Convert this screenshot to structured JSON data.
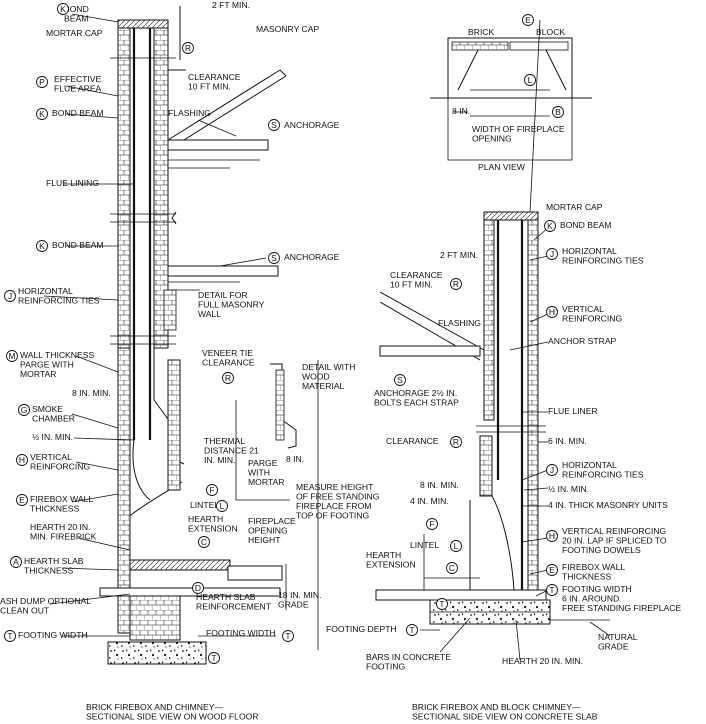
{
  "top_left": {
    "bond_beam": "BOND\nBEAM",
    "mortar_cap": "MORTAR CAP",
    "two_ft_min": "2 FT MIN.",
    "masonry_cap": "MASONRY CAP",
    "effective_flue_area": "EFFECTIVE\nFLUE AREA",
    "clearance_10ft": "CLEARANCE\n10 FT MIN.",
    "bond_beam_2": "BOND BEAM",
    "flashing": "FLASHING",
    "anchorage": "ANCHORAGE",
    "flue_lining": "FLUE LINING"
  },
  "mid_left": {
    "bond_beam_3": "BOND BEAM",
    "anchorage_2": "ANCHORAGE",
    "horizontal_ties": "HORIZONTAL\nREINFORCING TIES",
    "detail_full_masonry": "DETAIL FOR\nFULL MASONRY\nWALL"
  },
  "lower_left": {
    "wall_thickness": "WALL THICKNESS\nPARGE WITH\nMORTAR",
    "veneer_tie": "VENEER TIE\nCLEARANCE",
    "detail_wood": "DETAIL WITH\nWOOD\nMATERIAL",
    "eight_in_min": "8 IN. MIN.",
    "smoke_chamber": "SMOKE\nCHAMBER",
    "half_in_min": "½ IN. MIN.",
    "thermal_distance": "THERMAL\nDISTANCE 21\nIN. MIN.",
    "parge_with_mortar": "PARGE\nWITH\nMORTAR",
    "eight_in": "8 IN.",
    "vertical_reinforcing": "VERTICAL\nREINFORCING",
    "firebox_wall": "FIREBOX WALL\nTHICKNESS",
    "measure_height": "MEASURE HEIGHT\nOF FREE STANDING\nFIREPLACE FROM\nTOP OF FOOTING",
    "lintel": "LINTEL",
    "hearth_extension": "HEARTH\nEXTENSION",
    "fireplace_opening": "FIREPLACE\nOPENING\nHEIGHT",
    "hearth_20": "HEARTH 20 IN.\nMIN. FIREBRICK",
    "hearth_slab": "HEARTH SLAB\nTHICKNESS",
    "hearth_slab_reinf": "HEARTH SLAB\nREINFORCEMENT",
    "eighteen_in_min": "18 IN. MIN.\nGRADE",
    "ash_dump": "ASH DUMP OPTIONAL\nCLEAN OUT",
    "footing_width": "FOOTING WIDTH",
    "footing_width_2": "FOOTING WIDTH",
    "caption_left": "BRICK FIREBOX AND CHIMNEY—\nSECTIONAL SIDE VIEW ON WOOD FLOOR"
  },
  "plan": {
    "brick": "BRICK",
    "block": "BLOCK",
    "eight_in": "8 IN.",
    "width_opening": "WIDTH OF FIREPLACE\nOPENING",
    "plan_view": "PLAN VIEW"
  },
  "right": {
    "mortar_cap": "MORTAR CAP",
    "bond_beam": "BOND BEAM",
    "two_ft_min": "2 FT MIN.",
    "horizontal_ties": "HORIZONTAL\nREINFORCING TIES",
    "clearance": "CLEARANCE\n10 FT MIN.",
    "vertical_reinforcing": "VERTICAL\nREINFORCING",
    "flashing": "FLASHING",
    "anchor_strap": "ANCHOR STRAP",
    "anchorage": "ANCHORAGE 2½ IN.\nBOLTS EACH STRAP",
    "flue_liner": "FLUE LINER",
    "clearance2": "CLEARANCE",
    "six_in_min": "6 IN. MIN.",
    "horizontal_ties_2": "HORIZONTAL\nREINFORCING TIES",
    "eight_in_min": "8 IN. MIN.",
    "half_in_min": "½ IN. MIN.",
    "four_in_min": "4 IN. MIN.",
    "four_in_thick": "4 IN. THICK MASONRY UNITS",
    "lintel": "LINTEL",
    "vertical_reinf_20": "VERTICAL REINFORCING\n20 IN. LAP IF SPLICED TO\nFOOTING DOWELS",
    "hearth_extension": "HEARTH\nEXTENSION",
    "firebox_wall": "FIREBOX WALL\nTHICKNESS",
    "footing_width": "FOOTING WIDTH\n6 IN. AROUND\nFREE STANDING FIREPLACE",
    "footing_depth": "FOOTING DEPTH",
    "natural_grade": "NATURAL\nGRADE",
    "bars_in_concrete": "BARS IN CONCRETE\nFOOTING",
    "hearth_20": "HEARTH 20 IN. MIN.",
    "caption_right": "BRICK FIREBOX AND BLOCK CHIMNEY—\nSECTIONAL SIDE VIEW ON CONCRETE SLAB"
  },
  "badges": {
    "K": "K",
    "P": "P",
    "R": "R",
    "S": "S",
    "J": "J",
    "M": "M",
    "G": "G",
    "H": "H",
    "E": "E",
    "A": "A",
    "T": "T",
    "F": "F",
    "L": "L",
    "C": "C",
    "D": "D",
    "B": "B"
  }
}
